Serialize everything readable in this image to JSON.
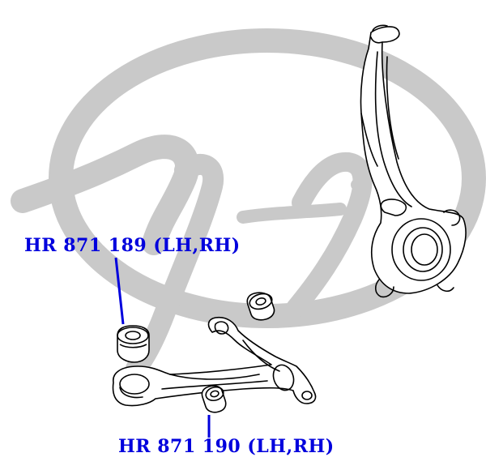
{
  "labels": {
    "upper": "HR 871 189 (LH,RH)",
    "lower": "HR 871 190 (LH,RH)"
  },
  "colors": {
    "label": "#0000dd",
    "watermark": "#c9c9c9",
    "line": "#000000",
    "part_fill": "#ffffff"
  },
  "icons": {
    "watermark": "brand-logo-watermark",
    "knuckle": "steering-knuckle-drawing",
    "arm": "lower-control-arm-drawing",
    "bushing_large": "large-bushing-drawing",
    "bushing_small": "small-bushing-drawing"
  }
}
